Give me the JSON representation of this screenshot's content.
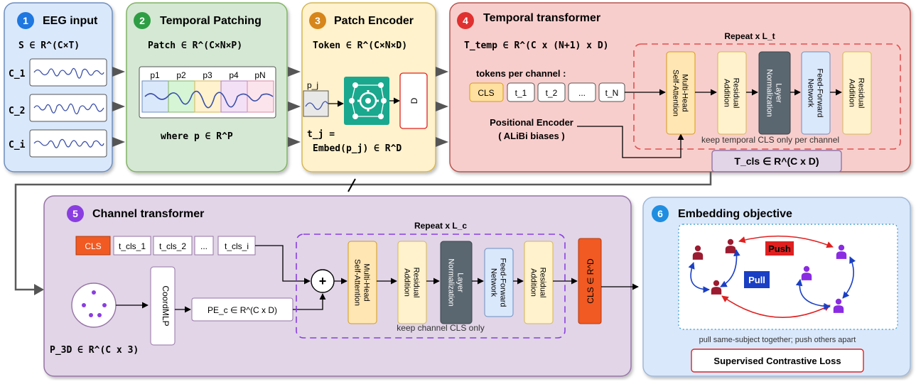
{
  "panels": {
    "eeg": {
      "num": "1",
      "title": "EEG input",
      "formula": "S ∈ R^(C×T)",
      "channels": [
        "C_1",
        "C_2",
        "C_i"
      ]
    },
    "patching": {
      "num": "2",
      "title": "Temporal Patching",
      "formula": "Patch ∈ R^(C×N×P)",
      "patch_labels": [
        "p1",
        "p2",
        "p3",
        "p4",
        "pN"
      ],
      "where": "where p ∈ R^P"
    },
    "encoder": {
      "num": "3",
      "title": "Patch Encoder",
      "formula": "Token ∈ R^(C×N×D)",
      "pj": "p_j",
      "d": "D",
      "tj1": "t_j =",
      "tj2": "Embed(p_j) ∈ R^D"
    },
    "temporal": {
      "num": "4",
      "title": "Temporal transformer",
      "formula": "T_temp ∈ R^(C x (N+1) x D)",
      "repeat": "Repeat x L_t",
      "tokens_label": "tokens per channel :",
      "tokens": [
        "CLS",
        "t_1",
        "t_2",
        "...",
        "t_N"
      ],
      "pos_enc1": "Positional Encoder",
      "pos_enc2": "( ALiBi biases )",
      "blocks": [
        "Multi-Head\nSelf-Attention",
        "Residual\nAddition",
        "Layer\nNormalization",
        "Feed-Forward\nNetwork",
        "Residual\nAddition"
      ],
      "keep": "keep temporal CLS only per channel",
      "output": "T_cls ∈ R^(C x D)"
    },
    "channel": {
      "num": "5",
      "title": "Channel transformer",
      "tokens": [
        "CLS",
        "t_cls_1",
        "t_cls_2",
        "...",
        "t_cls_i"
      ],
      "coord_mlp": "CoordMLP",
      "pe_c": "PE_c ∈  R^(C x D)",
      "p3d": "P_3D ∈ R^(C x 3)",
      "plus": "+",
      "repeat": "Repeat x L_c",
      "blocks": [
        "Multi-Head\nSelf-Attention",
        "Residual\nAddition",
        "Layer\nNormalization",
        "Feed-Forward\nNetwork",
        "Residual\nAddition"
      ],
      "keep": "keep channel CLS only",
      "cls_out": "CLS ∈ R^D"
    },
    "objective": {
      "num": "6",
      "title": "Embedding objective",
      "push": "Push",
      "pull": "Pull",
      "caption": "pull same-subject together; push others apart",
      "loss": "Supervised Contrastive Loss"
    }
  },
  "colors": {
    "eeg_bg": "#dae8fc",
    "eeg_border": "#6c8ebf",
    "eeg_badge": "#1f77e0",
    "patch_bg": "#d5e8d4",
    "patch_border": "#82b366",
    "patch_badge": "#2e9e44",
    "enc_bg": "#fff2cc",
    "enc_border": "#d6b656",
    "enc_badge": "#d6861b",
    "temp_bg": "#f8cecc",
    "temp_border": "#b85450",
    "temp_badge": "#e03030",
    "chan_bg": "#e1d5e7",
    "chan_border": "#9673a6",
    "chan_badge": "#8a3ee0",
    "obj_bg": "#dae8fc",
    "obj_badge": "#1f8ee0",
    "cls_orange": "#f15a22",
    "ln_gray": "#5b6770",
    "residual": "#fff2cc",
    "ffn": "#dae8fc",
    "people_red": "#9b1b30",
    "people_purple": "#8a2be2"
  },
  "icons": [
    "network-gear-icon",
    "person-icon",
    "electrode-dot-icon"
  ]
}
